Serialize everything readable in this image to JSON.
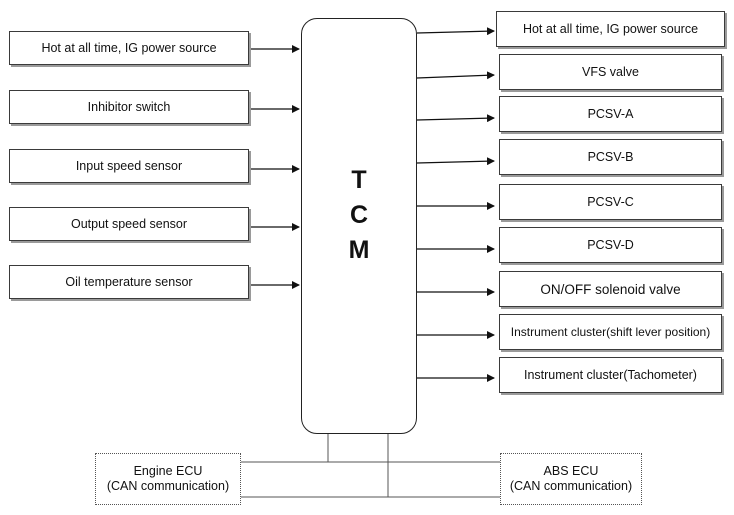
{
  "tcm": {
    "letters": [
      "T",
      "C",
      "M"
    ]
  },
  "inputs": [
    "Hot at all time, IG power source",
    "Inhibitor switch",
    "Input speed sensor",
    "Output speed sensor",
    "Oil temperature sensor"
  ],
  "outputs": [
    "Hot at all time, IG power source",
    "VFS valve",
    "PCSV-A",
    "PCSV-B",
    "PCSV-C",
    "PCSV-D",
    "ON/OFF solenoid valve",
    "Instrument cluster(shift lever position)",
    "Instrument cluster(Tachometer)"
  ],
  "can": {
    "engine": "Engine ECU\n(CAN communication)",
    "abs": "ABS ECU\n(CAN communication)"
  }
}
